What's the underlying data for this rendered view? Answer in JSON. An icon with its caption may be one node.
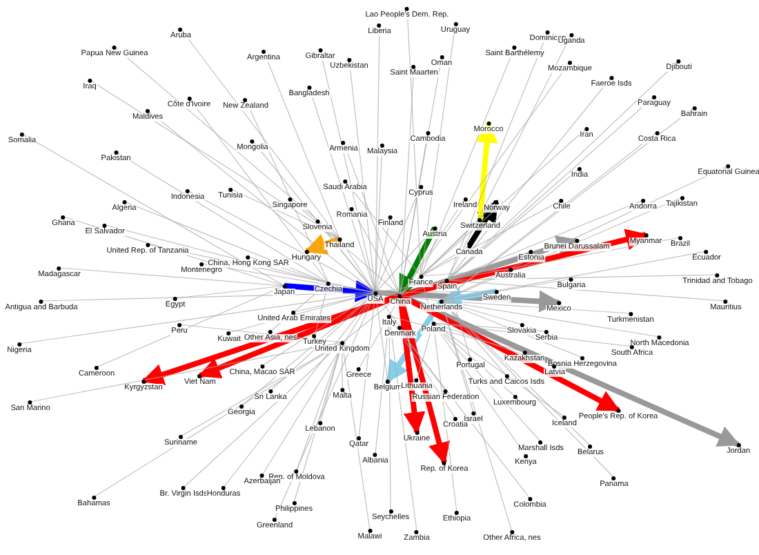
{
  "diagram": {
    "nodes": [
      {
        "text": [
          "Lao People's Dem. Rep."
        ]
      },
      {
        "text": [
          "Liberia"
        ]
      },
      {
        "text": [
          "Uruguay"
        ]
      },
      {
        "text": [
          "Aruba"
        ]
      },
      {
        "text": [
          "Dominican"
        ]
      },
      {
        "text": [
          "Uganda"
        ]
      },
      {
        "text": [
          "Papua New Guinea"
        ]
      },
      {
        "text": [
          "Saint Barthélemy"
        ]
      },
      {
        "text": [
          "Gibraltar"
        ]
      },
      {
        "text": [
          "Argentina"
        ]
      },
      {
        "text": [
          "Oman"
        ]
      },
      {
        "text": [
          "Uzbekistan"
        ]
      },
      {
        "text": [
          "Djibouti"
        ]
      },
      {
        "text": [
          "Mozambique"
        ]
      },
      {
        "text": [
          "Saint Maarten"
        ]
      },
      {
        "text": [
          "Faeroe Isds"
        ]
      },
      {
        "text": [
          "Iraq"
        ]
      },
      {
        "text": [
          "Bangladesh"
        ]
      },
      {
        "text": [
          "Paraguay"
        ]
      },
      {
        "text": [
          "Côte d'Ivoire"
        ]
      },
      {
        "text": [
          "New Zealand"
        ]
      },
      {
        "text": [
          "Bahrain"
        ]
      },
      {
        "text": [
          "Maldives"
        ]
      },
      {
        "text": [
          "Morocco"
        ]
      },
      {
        "text": [
          "Iran"
        ]
      },
      {
        "text": [
          "Costa Rica"
        ]
      },
      {
        "text": [
          "Cambodia"
        ]
      },
      {
        "text": [
          "Somalia"
        ]
      },
      {
        "text": [
          "Mongolia"
        ]
      },
      {
        "text": [
          "Armenia"
        ]
      },
      {
        "text": [
          "Malaysia"
        ]
      },
      {
        "text": [
          "Pakistan"
        ]
      },
      {
        "text": [
          "India"
        ]
      },
      {
        "text": [
          "Equatorial Guinea"
        ]
      },
      {
        "text": [
          "Saudi Arabia"
        ]
      },
      {
        "text": [
          "Cyprus"
        ]
      },
      {
        "text": [
          "Tunisia"
        ]
      },
      {
        "text": [
          "Indonesia"
        ]
      },
      {
        "text": [
          "Tajikistan"
        ]
      },
      {
        "text": [
          "Singapore"
        ]
      },
      {
        "text": [
          "Ireland"
        ]
      },
      {
        "text": [
          "Chile"
        ]
      },
      {
        "text": [
          "Andorra"
        ]
      },
      {
        "text": [
          "Algeria"
        ]
      },
      {
        "text": [
          "Norway"
        ]
      },
      {
        "text": [
          "Romania"
        ]
      },
      {
        "text": [
          "Ghana"
        ]
      },
      {
        "text": [
          "Finland"
        ]
      },
      {
        "text": [
          "Switzerland"
        ]
      },
      {
        "text": [
          "Slovenia"
        ]
      },
      {
        "text": [
          "El Salvador"
        ]
      },
      {
        "text": [
          "Austria"
        ]
      },
      {
        "text": [
          "Myanmar"
        ]
      },
      {
        "text": [
          "Brunei Darussalam"
        ]
      },
      {
        "text": [
          "Brazil"
        ]
      },
      {
        "text": [
          "Thailand"
        ]
      },
      {
        "text": [
          "United Rep. of Tanzania"
        ]
      },
      {
        "text": [
          "Canada"
        ]
      },
      {
        "text": [
          "Estonia"
        ]
      },
      {
        "text": [
          "Ecuador"
        ]
      },
      {
        "text": [
          "Hungary"
        ]
      },
      {
        "text": [
          "China, Hong Kong SAR"
        ]
      },
      {
        "text": [
          "Montenegro"
        ]
      },
      {
        "text": [
          "Madagascar"
        ]
      },
      {
        "text": [
          "Australia"
        ]
      },
      {
        "text": [
          "Trinidad and Tobago"
        ]
      },
      {
        "text": [
          "France"
        ]
      },
      {
        "text": [
          "Bulgaria"
        ]
      },
      {
        "text": [
          "Spain"
        ]
      },
      {
        "text": [
          "Czechia"
        ]
      },
      {
        "text": [
          "Japan"
        ]
      },
      {
        "text": [
          "Sweden"
        ]
      },
      {
        "text": [
          "China"
        ]
      },
      {
        "text": [
          "USA"
        ]
      },
      {
        "text": [
          "Egypt"
        ]
      },
      {
        "text": [
          "Antigua and Barbuda"
        ]
      },
      {
        "text": [
          "Netherlands"
        ]
      },
      {
        "text": [
          "Mauritius"
        ]
      },
      {
        "text": [
          "Mexico"
        ]
      },
      {
        "text": [
          "United Arab Emirates"
        ]
      },
      {
        "text": [
          "Turkmenistan"
        ]
      },
      {
        "text": [
          "Italy"
        ]
      },
      {
        "text": [
          "Denmark"
        ]
      },
      {
        "text": [
          "Peru"
        ]
      },
      {
        "text": [
          "Poland"
        ]
      },
      {
        "text": [
          "Slovakia"
        ]
      },
      {
        "text": [
          "Kuwait"
        ]
      },
      {
        "text": [
          "Other Asia, nes"
        ]
      },
      {
        "text": [
          "Serbia"
        ]
      },
      {
        "text": [
          "Turkey"
        ]
      },
      {
        "text": [
          "North Macedonia"
        ]
      },
      {
        "text": [
          "United Kingdom"
        ]
      },
      {
        "text": [
          "Nigeria"
        ]
      },
      {
        "text": [
          "South Africa"
        ]
      },
      {
        "text": [
          "Kazakhstan"
        ]
      },
      {
        "text": [
          "Bosnia Herzegovina"
        ]
      },
      {
        "text": [
          "Portugal"
        ]
      },
      {
        "text": [
          "China, Macao SAR"
        ]
      },
      {
        "text": [
          "Latvia"
        ]
      },
      {
        "text": [
          "Cameroon"
        ]
      },
      {
        "text": [
          "Greece"
        ]
      },
      {
        "text": [
          "Viet Nam"
        ]
      },
      {
        "text": [
          "Turks and Caicos Isds"
        ]
      },
      {
        "text": [
          "Belgium"
        ]
      },
      {
        "text": [
          "Lithuania"
        ]
      },
      {
        "text": [
          "Kyrgyzstan"
        ]
      },
      {
        "text": [
          "Malta"
        ]
      },
      {
        "text": [
          "Sri Lanka"
        ]
      },
      {
        "text": [
          "Russian Federation"
        ]
      },
      {
        "text": [
          "Luxembourg"
        ]
      },
      {
        "text": [
          "San Marino"
        ]
      },
      {
        "text": [
          "Georgia"
        ]
      },
      {
        "text": [
          "People's Rep. of Korea"
        ]
      },
      {
        "text": [
          "Israel"
        ]
      },
      {
        "text": [
          "Iceland"
        ]
      },
      {
        "text": [
          "Croatia"
        ]
      },
      {
        "text": [
          "Lebanon"
        ]
      },
      {
        "text": [
          "Ukraine"
        ]
      },
      {
        "text": [
          "Suriname"
        ]
      },
      {
        "text": [
          "Qatar"
        ]
      },
      {
        "text": [
          "Marshall Isds"
        ]
      },
      {
        "text": [
          "Belarus"
        ]
      },
      {
        "text": [
          "Jordan"
        ]
      },
      {
        "text": [
          "Albania"
        ]
      },
      {
        "text": [
          "Kenya"
        ]
      },
      {
        "text": [
          "Rep. of Korea"
        ]
      },
      {
        "text": [
          "Rep. of Moldova"
        ]
      },
      {
        "text": [
          "Azerbaijan"
        ]
      },
      {
        "text": [
          "Panama"
        ]
      },
      {
        "text": [
          "Br. Virgin Isds"
        ]
      },
      {
        "text": [
          "Honduras"
        ]
      },
      {
        "text": [
          "Bahamas"
        ]
      },
      {
        "text": [
          "Colombia"
        ]
      },
      {
        "text": [
          "Philippines"
        ]
      },
      {
        "text": [
          "Seychelles"
        ]
      },
      {
        "text": [
          "Ethiopia"
        ]
      },
      {
        "text": [
          "Greenland"
        ]
      },
      {
        "text": [
          "Malawi"
        ]
      },
      {
        "text": [
          "Zambia"
        ]
      },
      {
        "text": [
          "Other Africa, nes"
        ]
      }
    ],
    "edges": [
      {
        "from": 66,
        "to": 0,
        "arrow": "none"
      },
      {
        "from": 73,
        "to": 1,
        "arrow": "none"
      },
      {
        "from": 66,
        "to": 2,
        "arrow": "none"
      },
      {
        "from": 55,
        "to": 3,
        "arrow": "none"
      },
      {
        "from": 68,
        "to": 4,
        "arrow": "none"
      },
      {
        "from": 68,
        "to": 5,
        "arrow": "none"
      },
      {
        "from": 55,
        "to": 6,
        "arrow": "none"
      },
      {
        "from": 66,
        "to": 7,
        "arrow": "none"
      },
      {
        "from": 73,
        "to": 8,
        "arrow": "none"
      },
      {
        "from": 55,
        "to": 9,
        "arrow": "none"
      },
      {
        "from": 72,
        "to": 10,
        "arrow": "none"
      },
      {
        "from": 73,
        "to": 11,
        "arrow": "none"
      },
      {
        "from": 68,
        "to": 12,
        "arrow": "none"
      },
      {
        "from": 72,
        "to": 13,
        "arrow": "none"
      },
      {
        "from": 72,
        "to": 14,
        "arrow": "none"
      },
      {
        "from": 68,
        "to": 15,
        "arrow": "none"
      },
      {
        "from": 55,
        "to": 16,
        "arrow": "none"
      },
      {
        "from": 73,
        "to": 17,
        "arrow": "none"
      },
      {
        "from": 68,
        "to": 18,
        "arrow": "none"
      },
      {
        "from": 69,
        "to": 19,
        "arrow": "none"
      },
      {
        "from": 69,
        "to": 20,
        "arrow": "none"
      },
      {
        "from": 76,
        "to": 21,
        "arrow": "none"
      },
      {
        "from": 73,
        "to": 22,
        "arrow": "none"
      },
      {
        "from": 66,
        "to": 24,
        "arrow": "none"
      },
      {
        "from": 76,
        "to": 25,
        "arrow": "none"
      },
      {
        "from": 72,
        "to": 26,
        "arrow": "none"
      },
      {
        "from": 70,
        "to": 27,
        "arrow": "none"
      },
      {
        "from": 73,
        "to": 28,
        "arrow": "none"
      },
      {
        "from": 72,
        "to": 29,
        "arrow": "none"
      },
      {
        "from": 73,
        "to": 30,
        "arrow": "none"
      },
      {
        "from": 69,
        "to": 31,
        "arrow": "none"
      },
      {
        "from": 68,
        "to": 32,
        "arrow": "none"
      },
      {
        "from": 76,
        "to": 33,
        "arrow": "none"
      },
      {
        "from": 66,
        "to": 34,
        "arrow": "none"
      },
      {
        "from": 73,
        "to": 35,
        "arrow": "none"
      },
      {
        "from": 55,
        "to": 36,
        "arrow": "none"
      },
      {
        "from": 73,
        "to": 37,
        "arrow": "none"
      },
      {
        "from": 76,
        "to": 38,
        "arrow": "none"
      },
      {
        "from": 72,
        "to": 39,
        "arrow": "none"
      },
      {
        "from": 72,
        "to": 40,
        "arrow": "none"
      },
      {
        "from": 66,
        "to": 41,
        "arrow": "none"
      },
      {
        "from": 68,
        "to": 42,
        "arrow": "none"
      },
      {
        "from": 69,
        "to": 43,
        "arrow": "none"
      },
      {
        "from": 66,
        "to": 44,
        "arrow": "none"
      },
      {
        "from": 72,
        "to": 45,
        "arrow": "none"
      },
      {
        "from": 70,
        "to": 46,
        "arrow": "none"
      },
      {
        "from": 73,
        "to": 47,
        "arrow": "none"
      },
      {
        "from": 72,
        "to": 48,
        "arrow": "none"
      },
      {
        "from": 73,
        "to": 49,
        "arrow": "none"
      },
      {
        "from": 69,
        "to": 50,
        "arrow": "none"
      },
      {
        "from": 73,
        "to": 51,
        "arrow": "none"
      },
      {
        "from": 68,
        "to": 54,
        "arrow": "none"
      },
      {
        "from": 73,
        "to": 55,
        "arrow": "none"
      },
      {
        "from": 73,
        "to": 56,
        "arrow": "none"
      },
      {
        "from": 66,
        "to": 57,
        "arrow": "none"
      },
      {
        "from": 72,
        "to": 58,
        "arrow": "none"
      },
      {
        "from": 76,
        "to": 59,
        "arrow": "none"
      },
      {
        "from": 69,
        "to": 61,
        "arrow": "none"
      },
      {
        "from": 73,
        "to": 62,
        "arrow": "none"
      },
      {
        "from": 70,
        "to": 63,
        "arrow": "none"
      },
      {
        "from": 66,
        "to": 64,
        "arrow": "none"
      },
      {
        "from": 68,
        "to": 65,
        "arrow": "none"
      },
      {
        "from": 72,
        "to": 66,
        "arrow": "none"
      },
      {
        "from": 76,
        "to": 67,
        "arrow": "none"
      },
      {
        "from": 73,
        "to": 68,
        "arrow": "none"
      },
      {
        "from": 73,
        "to": 69,
        "arrow": "none"
      },
      {
        "from": 73,
        "to": 71,
        "arrow": "none"
      },
      {
        "from": 73,
        "to": 72,
        "arrow": "none"
      },
      {
        "from": 70,
        "to": 74,
        "arrow": "none"
      },
      {
        "from": 73,
        "to": 75,
        "arrow": "none"
      },
      {
        "from": 73,
        "to": 76,
        "arrow": "none"
      },
      {
        "from": 68,
        "to": 77,
        "arrow": "none"
      },
      {
        "from": 73,
        "to": 79,
        "arrow": "none"
      },
      {
        "from": 76,
        "to": 80,
        "arrow": "none"
      },
      {
        "from": 72,
        "to": 81,
        "arrow": "none"
      },
      {
        "from": 73,
        "to": 82,
        "arrow": "none"
      },
      {
        "from": 91,
        "to": 83,
        "arrow": "none"
      },
      {
        "from": 66,
        "to": 84,
        "arrow": "none"
      },
      {
        "from": 76,
        "to": 85,
        "arrow": "none"
      },
      {
        "from": 73,
        "to": 86,
        "arrow": "none"
      },
      {
        "from": 69,
        "to": 87,
        "arrow": "none"
      },
      {
        "from": 84,
        "to": 88,
        "arrow": "none"
      },
      {
        "from": 69,
        "to": 89,
        "arrow": "none"
      },
      {
        "from": 76,
        "to": 90,
        "arrow": "none"
      },
      {
        "from": 72,
        "to": 91,
        "arrow": "none"
      },
      {
        "from": 73,
        "to": 92,
        "arrow": "none"
      },
      {
        "from": 84,
        "to": 93,
        "arrow": "none"
      },
      {
        "from": 81,
        "to": 94,
        "arrow": "none"
      },
      {
        "from": 76,
        "to": 95,
        "arrow": "none"
      },
      {
        "from": 68,
        "to": 96,
        "arrow": "none"
      },
      {
        "from": 73,
        "to": 97,
        "arrow": "none"
      },
      {
        "from": 84,
        "to": 98,
        "arrow": "none"
      },
      {
        "from": 70,
        "to": 99,
        "arrow": "none"
      },
      {
        "from": 81,
        "to": 100,
        "arrow": "none"
      },
      {
        "from": 76,
        "to": 102,
        "arrow": "none"
      },
      {
        "from": 73,
        "to": 103,
        "arrow": "none"
      },
      {
        "from": 84,
        "to": 104,
        "arrow": "none"
      },
      {
        "from": 91,
        "to": 106,
        "arrow": "none"
      },
      {
        "from": 73,
        "to": 107,
        "arrow": "none"
      },
      {
        "from": 81,
        "to": 108,
        "arrow": "none"
      },
      {
        "from": 84,
        "to": 109,
        "arrow": "none"
      },
      {
        "from": 91,
        "to": 110,
        "arrow": "none"
      },
      {
        "from": 73,
        "to": 111,
        "arrow": "none"
      },
      {
        "from": 76,
        "to": 113,
        "arrow": "none"
      },
      {
        "from": 84,
        "to": 114,
        "arrow": "none"
      },
      {
        "from": 81,
        "to": 115,
        "arrow": "none"
      },
      {
        "from": 91,
        "to": 116,
        "arrow": "none"
      },
      {
        "from": 91,
        "to": 118,
        "arrow": "none"
      },
      {
        "from": 73,
        "to": 119,
        "arrow": "none"
      },
      {
        "from": 84,
        "to": 120,
        "arrow": "none"
      },
      {
        "from": 76,
        "to": 121,
        "arrow": "none"
      },
      {
        "from": 81,
        "to": 123,
        "arrow": "none"
      },
      {
        "from": 84,
        "to": 124,
        "arrow": "none"
      },
      {
        "from": 91,
        "to": 126,
        "arrow": "none"
      },
      {
        "from": 73,
        "to": 127,
        "arrow": "none"
      },
      {
        "from": 76,
        "to": 128,
        "arrow": "none"
      },
      {
        "from": 91,
        "to": 129,
        "arrow": "none"
      },
      {
        "from": 73,
        "to": 130,
        "arrow": "none"
      },
      {
        "from": 91,
        "to": 131,
        "arrow": "none"
      },
      {
        "from": 81,
        "to": 132,
        "arrow": "none"
      },
      {
        "from": 91,
        "to": 133,
        "arrow": "none"
      },
      {
        "from": 81,
        "to": 134,
        "arrow": "none"
      },
      {
        "from": 84,
        "to": 135,
        "arrow": "none"
      },
      {
        "from": 73,
        "to": 136,
        "arrow": "none"
      },
      {
        "from": 91,
        "to": 137,
        "arrow": "none"
      },
      {
        "from": 81,
        "to": 138,
        "arrow": "none"
      },
      {
        "from": 76,
        "to": 139,
        "arrow": "none"
      },
      {
        "from": 72,
        "to": 122,
        "arrow": "to",
        "style": "thick",
        "color": "#999999"
      },
      {
        "from": 73,
        "to": 78,
        "arrow": "to",
        "style": "thick",
        "color": "#999999"
      },
      {
        "from": 72,
        "to": 53,
        "arrow": "to",
        "style": "thick",
        "color": "#999999"
      },
      {
        "from": 57,
        "to": 44,
        "arrow": "to",
        "style": "thick",
        "color": "#000000"
      },
      {
        "from": 48,
        "to": 23,
        "arrow": "to",
        "style": "thick",
        "color": "#ffff00"
      },
      {
        "from": 55,
        "to": 60,
        "arrow": "to",
        "style": "thick",
        "color": "#ffa500"
      },
      {
        "from": 70,
        "to": 73,
        "arrow": "to",
        "style": "thick",
        "color": "#0000ff"
      },
      {
        "from": 51,
        "to": 72,
        "arrow": "to",
        "style": "thick",
        "color": "#008000"
      },
      {
        "from": 71,
        "to": 76,
        "arrow": "to",
        "style": "thick",
        "color": "#87ceeb"
      },
      {
        "from": 76,
        "to": 103,
        "arrow": "to",
        "style": "thick",
        "color": "#87ceeb"
      },
      {
        "from": 72,
        "to": 105,
        "arrow": "to",
        "style": "thick",
        "color": "#ff0000"
      },
      {
        "from": 72,
        "to": 101,
        "arrow": "to",
        "style": "thick",
        "color": "#ff0000"
      },
      {
        "from": 72,
        "to": 52,
        "arrow": "to",
        "style": "thick",
        "color": "#ff0000"
      },
      {
        "from": 72,
        "to": 112,
        "arrow": "to",
        "style": "thick",
        "color": "#ff0000"
      },
      {
        "from": 72,
        "to": 125,
        "arrow": "to",
        "style": "thick",
        "color": "#ff0000"
      },
      {
        "from": 72,
        "to": 117,
        "arrow": "to",
        "style": "thick",
        "color": "#ff0000"
      }
    ]
  }
}
